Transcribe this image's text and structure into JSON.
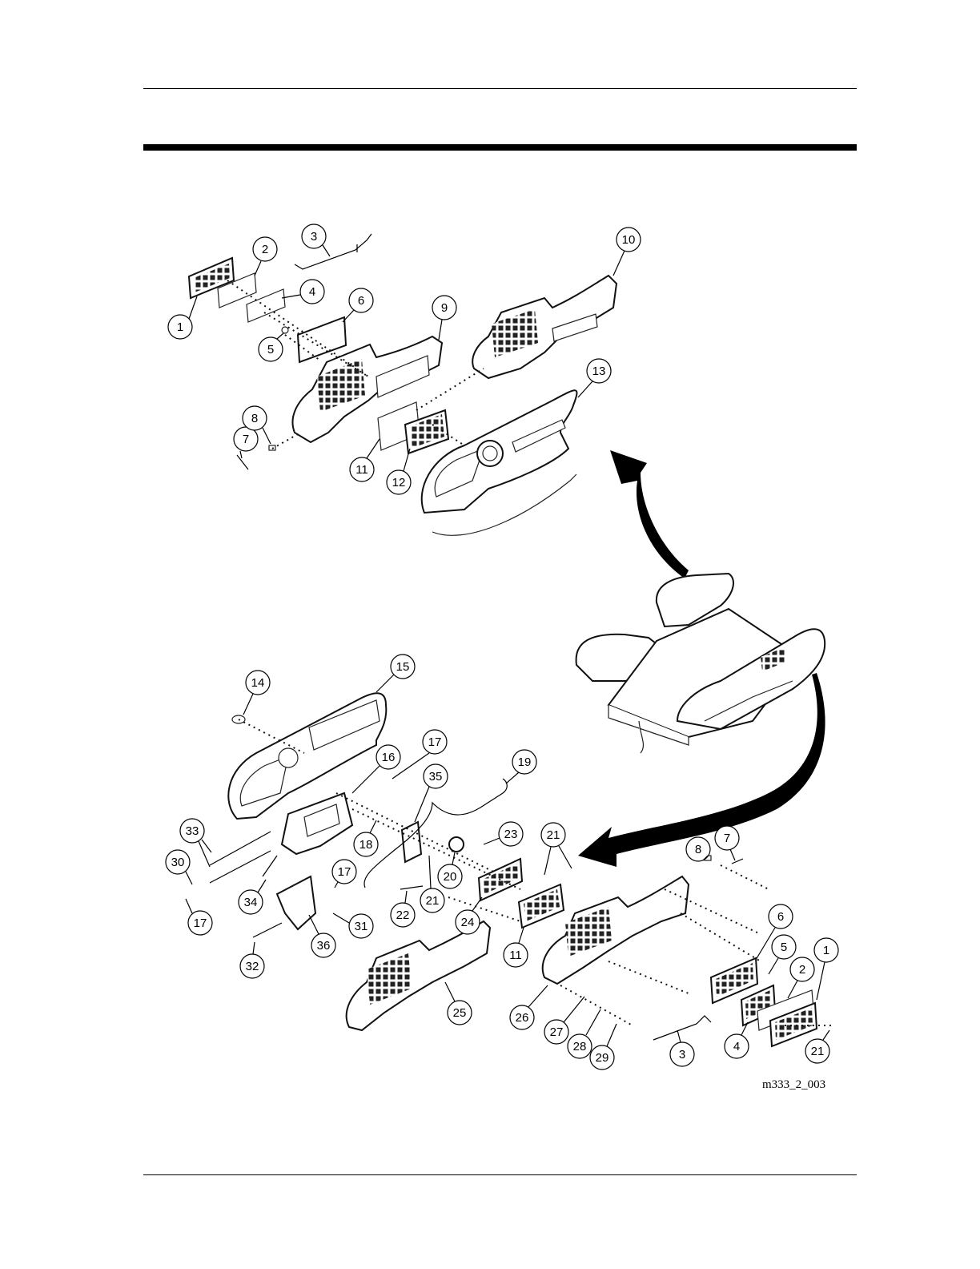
{
  "figure": {
    "id_label": "m333_2_003"
  },
  "callouts": [
    "1",
    "2",
    "3",
    "4",
    "5",
    "6",
    "7",
    "8",
    "9",
    "10",
    "11",
    "12",
    "13",
    "14",
    "15",
    "16",
    "17",
    "17",
    "17",
    "18",
    "19",
    "20",
    "21",
    "21",
    "22",
    "23",
    "24",
    "11",
    "25",
    "26",
    "27",
    "28",
    "29",
    "30",
    "31",
    "32",
    "33",
    "34",
    "35",
    "36",
    "8",
    "7",
    "6",
    "5",
    "1",
    "2",
    "4",
    "3",
    "21"
  ]
}
